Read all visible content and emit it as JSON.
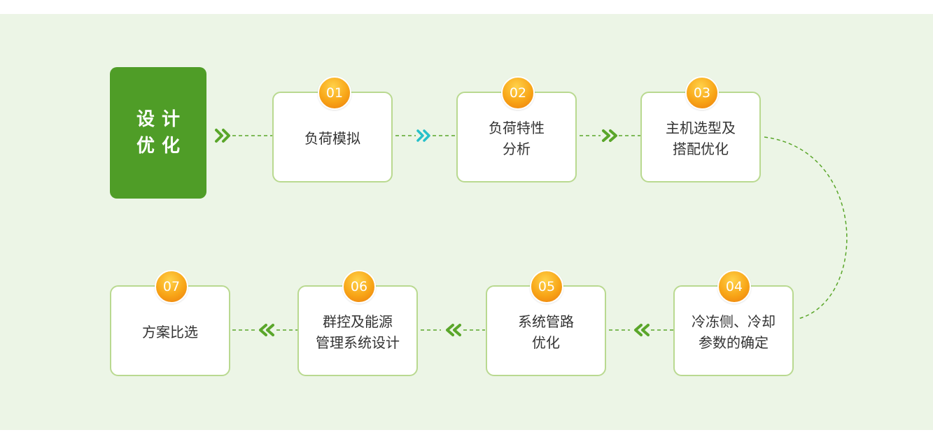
{
  "start": {
    "label": "设计\n优化"
  },
  "steps": [
    {
      "num": "01",
      "label": "负荷模拟"
    },
    {
      "num": "02",
      "label": "负荷特性\n分析"
    },
    {
      "num": "03",
      "label": "主机选型及\n搭配优化"
    },
    {
      "num": "04",
      "label": "冷冻侧、冷却\n参数的确定"
    },
    {
      "num": "05",
      "label": "系统管路\n优化"
    },
    {
      "num": "06",
      "label": "群控及能源\n管理系统设计"
    },
    {
      "num": "07",
      "label": "方案比选"
    }
  ],
  "colors": {
    "panel_bg": "#ecf5e6",
    "start_bg": "#4f9d27",
    "box_border": "#b9d990",
    "connector": "#5aa62a",
    "arrow_green": "#5aa62a",
    "arrow_teal": "#27c0c9",
    "badge_orange": "#f29511"
  }
}
